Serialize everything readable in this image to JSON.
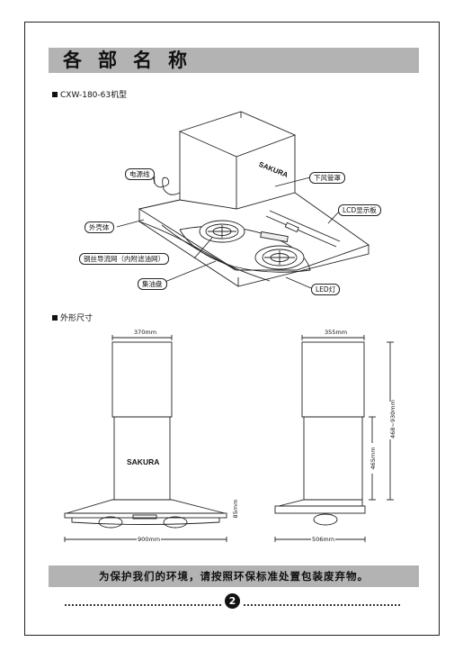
{
  "header": {
    "title": "各部名称"
  },
  "model_section": {
    "label": "CXW-180-63机型"
  },
  "parts": {
    "power_cord": "电源线",
    "lower_duct_cover": "下风管罩",
    "lcd_panel": "LCD显示板",
    "housing": "外壳体",
    "filter": "钢丝导流网（内附滤油网）",
    "oil_cup": "集油盘",
    "led_light": "LED灯"
  },
  "dimension_section": {
    "label": "外形尺寸"
  },
  "dimensions": {
    "front_top_width": "370mm",
    "side_top_depth": "355mm",
    "total_height": "468~930mm",
    "duct_height": "465mm",
    "canopy_height": "85mm",
    "front_width": "900mm",
    "side_depth": "506mm"
  },
  "brand": "SAKURA",
  "footer": {
    "notice": "为保护我们的环境，请按照环保标准处置包装废弃物。"
  },
  "page_number": "2"
}
